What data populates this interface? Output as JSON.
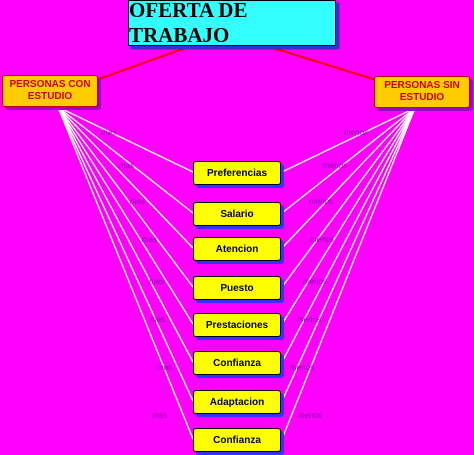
{
  "title": "OFERTA DE TRABAJO",
  "groups": {
    "left": "PERSONAS CON ESTUDIO",
    "right": "PERSONAS SIN ESTUDIO"
  },
  "offers": [
    "Preferencias",
    "Salario",
    "Atencion",
    "Puesto",
    "Prestaciones",
    "Confianza",
    "Adaptacion",
    "Confianza"
  ],
  "edge_labels": {
    "left": "mas",
    "right": "menos"
  },
  "colors": {
    "background": "#ff00ff",
    "title_fill": "#33ffff",
    "group_fill": "#ffcc00",
    "group_text": "#cc0000",
    "offer_fill": "#ffff00",
    "connector": "#ffffff",
    "title_connector": "#ff0000"
  }
}
